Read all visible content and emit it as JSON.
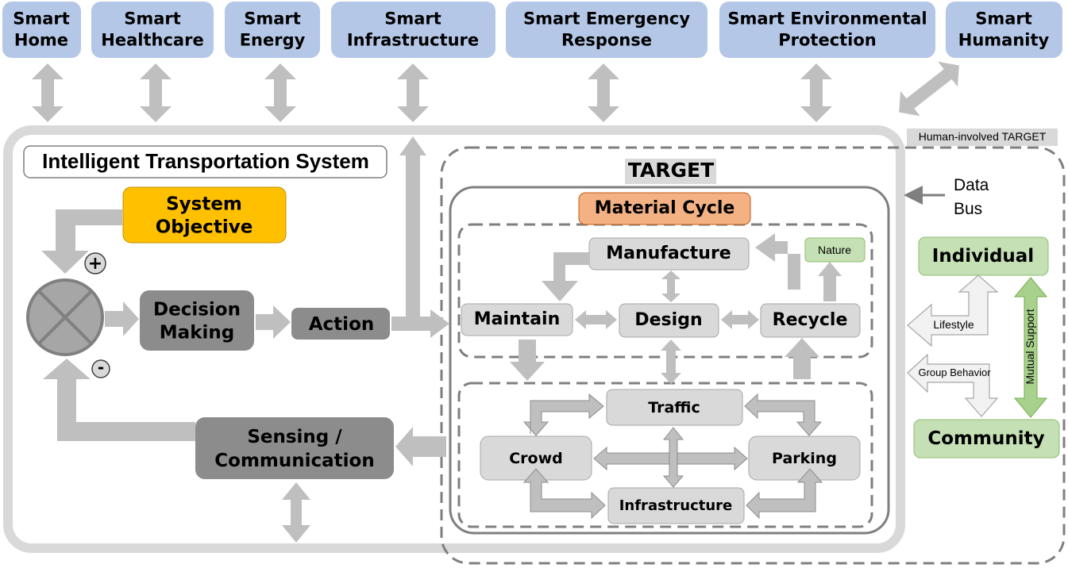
{
  "top_domains": [
    "Smart|Home",
    "Smart|Healthcare",
    "Smart|Energy",
    "Smart|Infrastructure",
    "Smart Emergency|Response",
    "Smart Environmental|Protection",
    "Smart|Humanity"
  ],
  "its_title": "Intelligent Transportation System",
  "system_objective": "System|Objective",
  "plus_sign": "+",
  "minus_sign": "-",
  "decision_making": "Decision|Making",
  "action": "Action",
  "sensing": "Sensing /|Communication",
  "target_label": "TARGET",
  "human_target_label": "Human-involved  TARGET",
  "data_bus": "Data|Bus",
  "material_cycle": "Material Cycle",
  "manufacture": "Manufacture",
  "nature": "Nature",
  "maintain": "Maintain",
  "design": "Design",
  "recycle": "Recycle",
  "traffic": "Traffic",
  "crowd": "Crowd",
  "parking": "Parking",
  "infrastructure": "Infrastructure",
  "individual": "Individual",
  "community": "Community",
  "lifestyle": "Lifestyle",
  "group_behavior": "Group Behavior",
  "mutual_support": "Mutual Support",
  "colors": {
    "top_box": "#b4c7e7",
    "objective": "#ffc000",
    "material_cycle": "#f4b183",
    "green_box": "#c5e0b4",
    "dark_box": "#8c8c8c",
    "light_box": "#d9d9d9",
    "arrow": "#bfbfbf",
    "green_arrow": "#a9d18e",
    "its_border": "#d9d9d9",
    "dash": "#7f7f7f"
  }
}
